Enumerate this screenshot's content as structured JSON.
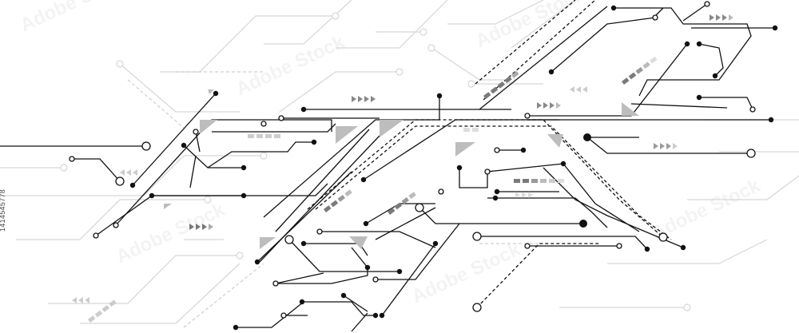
{
  "image": {
    "kind": "circuit-board-line-art",
    "stock_id": "1414545778",
    "watermark_text": "Adobe Stock",
    "colors": {
      "background": "#ffffff",
      "trace_dark": "#111111",
      "trace_light": "#d6d6d6",
      "accent_gray": "#8a8a8a",
      "arrow_gray": "#9a9a9a"
    }
  }
}
